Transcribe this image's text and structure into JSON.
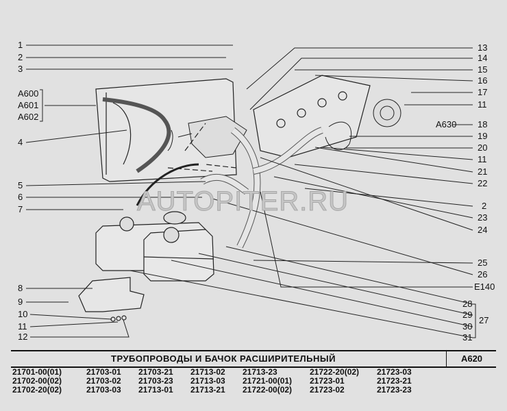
{
  "left_labels": [
    "1",
    "2",
    "3",
    "A600",
    "A601",
    "A602",
    "4",
    "5",
    "6",
    "7",
    "8",
    "9",
    "10",
    "11",
    "12"
  ],
  "right_labels": [
    "13",
    "14",
    "15",
    "16",
    "17",
    "11",
    "A630",
    "18",
    "19",
    "20",
    "11",
    "21",
    "22",
    "2",
    "23",
    "24",
    "25",
    "26",
    "E140",
    "28",
    "29",
    "30",
    "31",
    "27"
  ],
  "watermark": "AUTOPITER.RU",
  "title": "ТРУБОПРОВОДЫ И БАЧОК РАСШИРИТЕЛЬНЫЙ",
  "section_code": "A620",
  "models": [
    [
      "21701-00(01)",
      "21702-00(02)",
      "21702-20(02)"
    ],
    [
      "21703-01",
      "21703-02",
      "21703-03"
    ],
    [
      "21703-21",
      "21703-23",
      "21713-01"
    ],
    [
      "21713-02",
      "21713-03",
      "21713-21"
    ],
    [
      "21713-23",
      "21721-00(01)",
      "21722-00(02)"
    ],
    [
      "21722-20(02)",
      "21723-01",
      "21723-02"
    ],
    [
      "21723-03",
      "21723-21",
      "21723-23"
    ]
  ]
}
